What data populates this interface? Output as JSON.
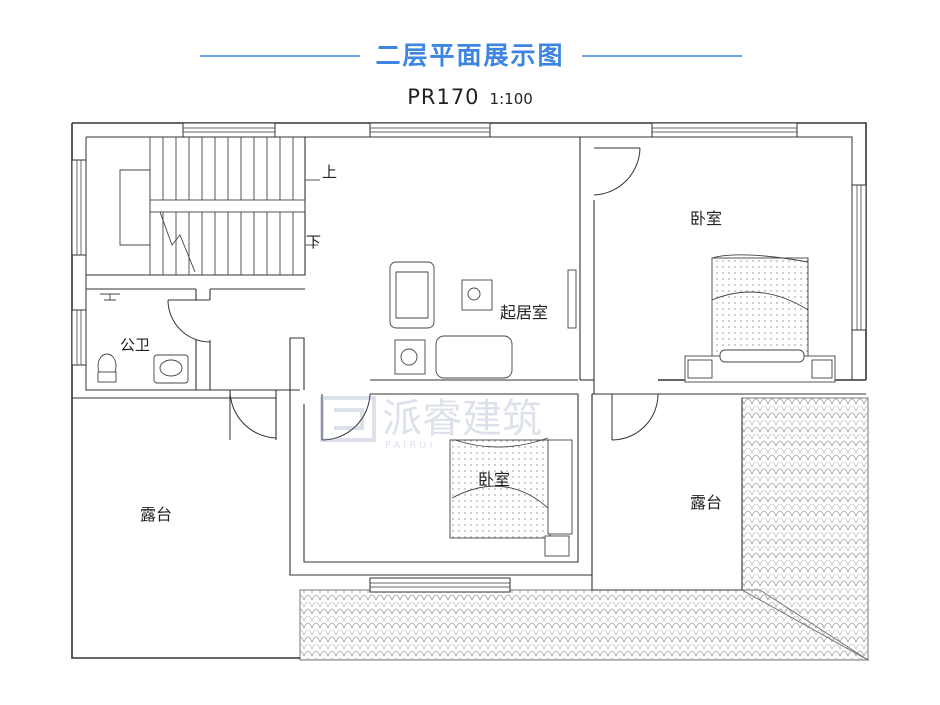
{
  "header": {
    "title": "二层平面展示图",
    "plan_code": "PR170",
    "scale": "1:100",
    "accent_color": "#3d85e0"
  },
  "labels": {
    "stair_up": "上",
    "stair_down": "下",
    "bathroom": "公卫",
    "living": "起居室",
    "bedroom_east": "卧室",
    "bedroom_south": "卧室",
    "terrace_west": "露台",
    "terrace_east": "露台"
  },
  "watermark": {
    "text": "派睿建筑",
    "subtext": "PAIRUI"
  }
}
